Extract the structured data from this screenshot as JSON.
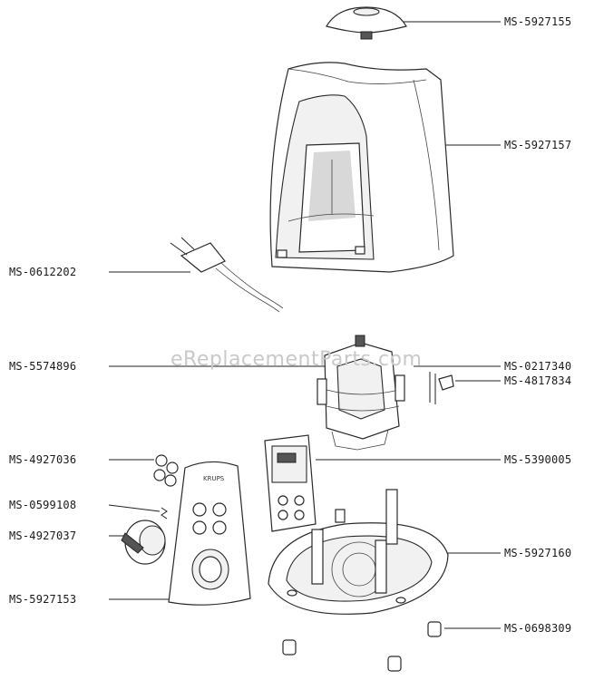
{
  "watermark": "eReplacementParts.com",
  "brand_mark": "KRUPS",
  "labels": {
    "right": [
      "MS-5927155",
      "MS-5927157",
      "MS-0217340",
      "MS-4817834",
      "MS-5390005",
      "MS-5927160",
      "MS-0698309"
    ],
    "left": [
      "MS-0612202",
      "MS-5574896",
      "MS-4927036",
      "MS-0599108",
      "MS-4927037",
      "MS-5927153"
    ]
  }
}
